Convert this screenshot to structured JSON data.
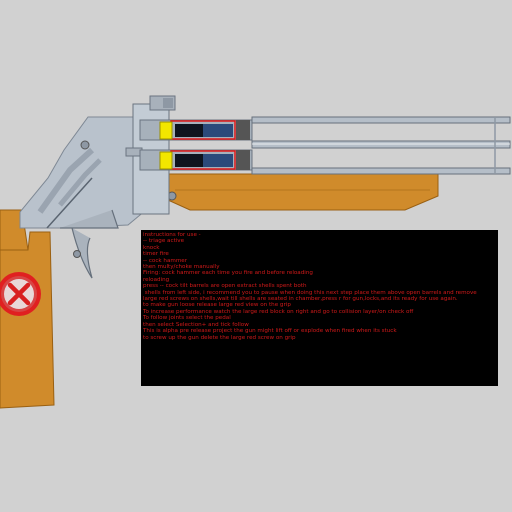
{
  "colors": {
    "background": "#d1d1d1",
    "wood": "#d08b2b",
    "metal": "#b9c2cc",
    "instructions_bg": "#000000",
    "instructions_text": "#d21a1a",
    "trigger_yellow": "#f2e600",
    "close_button_red": "#e02020"
  },
  "close_button": {
    "icon": "close-icon"
  },
  "instructions": {
    "lines": [
      "instructions for use -",
      "-- triage active",
      "knock",
      "timer fire",
      "-- cock hammer",
      "then multy/choke manually",
      "Firing: cock hammer each time you fire and before reloading",
      "reloading",
      "press -- cock tilt barrels are open extract shells spent both",
      " shells from left side, i recommend you to pause when doing this next step place them above open barrels and remove",
      "large red screws on shells,wait till shells are seated in chamber,press r for gun,locks,and its ready for use again.",
      "",
      "to make gun loose release large red view on the grip",
      "To increase performance watch the large red block on right and go to collision layer/on check off",
      "",
      "",
      "To follow joints select the pedal",
      "then select Selection+ and tick follow",
      "",
      "This is alpha pre release project the gun might lift off or explode when fired when its stuck",
      "to screw up the gun delete the large red screw on grip"
    ]
  }
}
